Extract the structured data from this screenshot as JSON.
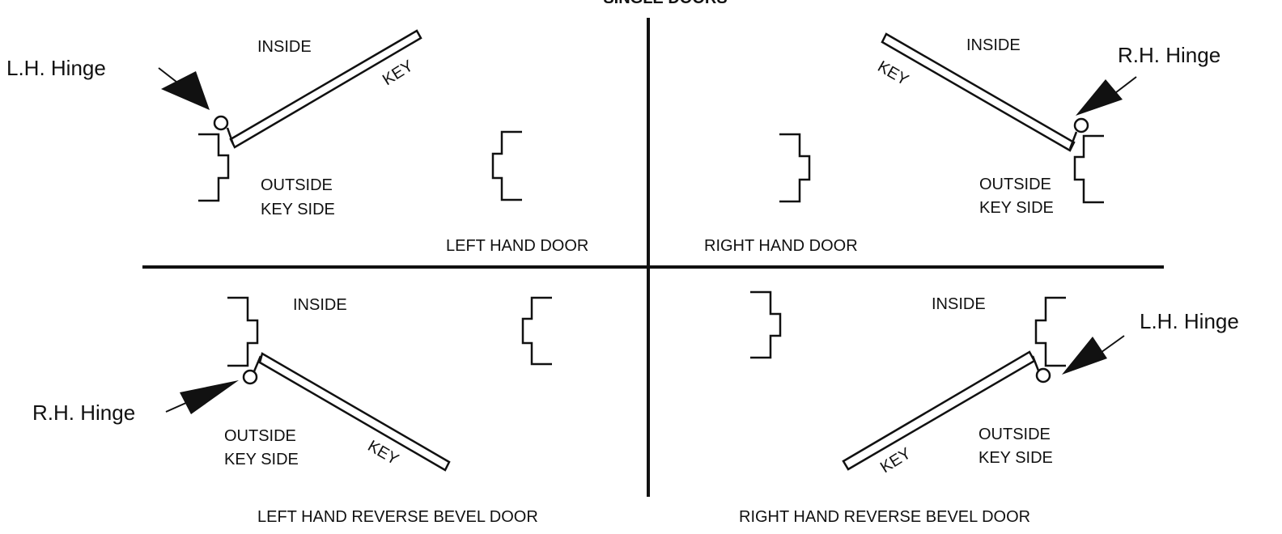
{
  "title": "SINGLE DOORS",
  "quadrants": {
    "top_left": {
      "door_label": "LEFT HAND DOOR",
      "hinge_label": "L.H. Hinge",
      "inside_label": "INSIDE",
      "outside_label": "OUTSIDE",
      "key_side_label": "KEY SIDE",
      "key_label": "KEY"
    },
    "top_right": {
      "door_label": "RIGHT HAND DOOR",
      "hinge_label": "R.H. Hinge",
      "inside_label": "INSIDE",
      "outside_label": "OUTSIDE",
      "key_side_label": "KEY SIDE",
      "key_label": "KEY"
    },
    "bottom_left": {
      "door_label": "LEFT HAND REVERSE BEVEL DOOR",
      "hinge_label": "R.H. Hinge",
      "inside_label": "INSIDE",
      "outside_label": "OUTSIDE",
      "key_side_label": "KEY SIDE",
      "key_label": "KEY"
    },
    "bottom_right": {
      "door_label": "RIGHT HAND REVERSE BEVEL DOOR",
      "hinge_label": "L.H. Hinge",
      "inside_label": "INSIDE",
      "outside_label": "OUTSIDE",
      "key_side_label": "KEY SIDE",
      "key_label": "KEY"
    }
  }
}
